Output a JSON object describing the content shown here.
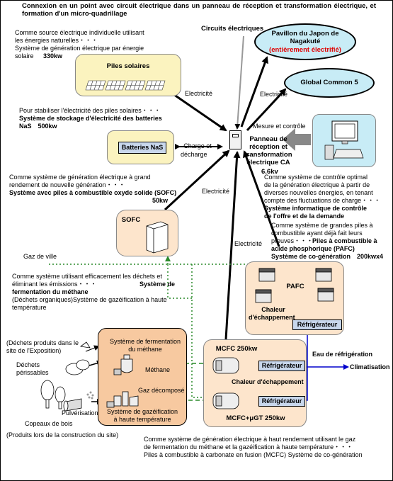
{
  "title": "Connexion en un point avec circuit électrique dans un panneau de réception et transformation électrique, et formation d'un micro-quadrillage",
  "circuits": "Circuits électriques",
  "pavillon": {
    "line1": "Pavillon du Japon de",
    "line2": "Nagakuté",
    "note": "(entièrement électrifié)"
  },
  "global_common": "Global Common 5",
  "solar_desc": [
    "Comme source électrique individuelle utilisant",
    "les énergies naturelles・・・",
    "Système de génération électrique par énergie",
    "solaire"
  ],
  "solar_power": "330kw",
  "piles_solaires": "Piles solaires",
  "electricite": "Electricité",
  "nas_desc1": "Pour stabiliser l'électricité des piles solaires・・・",
  "nas_desc2": "Système de stockage d'électricité des batteries",
  "nas_desc3": "NaS　500kw",
  "batteries_nas": "Batteries NaS",
  "charge": [
    "Charge et",
    "décharge"
  ],
  "mesure": "Mesure et contrôle",
  "panneau": [
    "Panneau de",
    "réception et",
    "transformation",
    "électrique CA"
  ],
  "voltage": "6.6kv",
  "sofc_desc": [
    "Comme système de génération électrique à grand",
    "rendement de nouvelle génération・・・"
  ],
  "sofc_bold": "Système avec piles à combustible oxyde solide (SOFC)",
  "sofc_power": "50kw",
  "sofc": "SOFC",
  "control_desc": [
    "Comme système de contrôle optimal",
    "de la génération électrique à partir de",
    "diverses nouvelles énergies, en tenant",
    "compte des fluctuations de charge・・・"
  ],
  "control_bold": [
    "Système informatique de contrôle",
    "de l'offre et de la demande"
  ],
  "pafc_desc": [
    "Comme système de grandes piles à",
    "combustible ayant déjà fait leurs",
    "preuves・・・"
  ],
  "pafc_bold1": "Piles à combustible à",
  "pafc_bold2": "acide phosphorique (PAFC)",
  "pafc_bold3": "Système de co-génération　200kwx4",
  "gaz_ville": "Gaz de ville",
  "pafc": "PAFC",
  "chaleur": [
    "Chaleur",
    "d'échappement"
  ],
  "refrigerateur": "Réfrigérateur",
  "ferm_desc": [
    "Comme système utilisant efficacement les déchets et",
    "éliminant les émissions・・・"
  ],
  "ferm_bold1": "Système de",
  "ferm_bold2": "fermentation du méthane",
  "ferm_desc2": [
    "(Déchets organiques)Système de gazéification à haute",
    "température"
  ],
  "dechets_expo": [
    "(Déchets produits dans le",
    "site de l'Exposition)"
  ],
  "dechets_perissables": [
    "Déchets",
    "périssables"
  ],
  "ferm_system": [
    "Système de fermentation",
    "du méthane"
  ],
  "methane": "Méthane",
  "gaz_decompose": "Gaz décomposé",
  "gaz_system": [
    "Système de gazéification",
    "à haute température"
  ],
  "pulverisation": "Pulvérisation",
  "copeaux": "Copeaux de bois",
  "produits": "(Produits lors de la construction du site)",
  "mcfc": "MCFC 250kw",
  "mcfc_gt": "MCFC+μGT 250kw",
  "chaleur_echap": "Chaleur d'échappement",
  "eau_refrig": "Eau de réfrigération",
  "climatisation": "Climatisation",
  "bottom_desc": [
    "Comme système de génération électrique à haut rendement utilisant le gaz",
    "de fermentation du méthane et la gazéification à haute température・・・",
    "Piles à combustible à carbonate en fusion (MCFC) Système de co-génération"
  ]
}
